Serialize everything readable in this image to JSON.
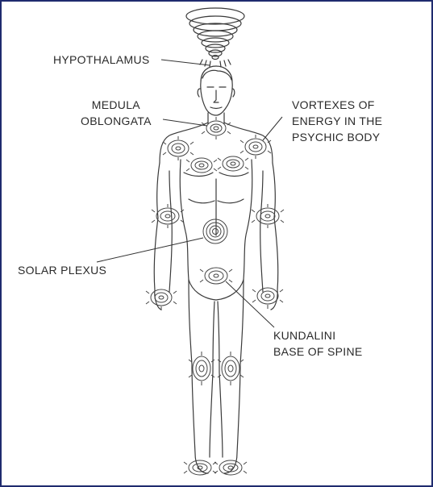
{
  "labels": {
    "hypothalamus": "HYPOTHALAMUS",
    "medula": [
      "MEDULA",
      "OBLONGATA"
    ],
    "vortexes": [
      "VORTEXES OF",
      "ENERGY IN THE",
      "PSYCHIC BODY"
    ],
    "solar_plexus": "SOLAR PLEXUS",
    "kundalini": [
      "KUNDALINI",
      "BASE OF SPINE"
    ]
  },
  "colors": {
    "frame": "#1f2b6e",
    "ink": "#2a2a2a"
  }
}
